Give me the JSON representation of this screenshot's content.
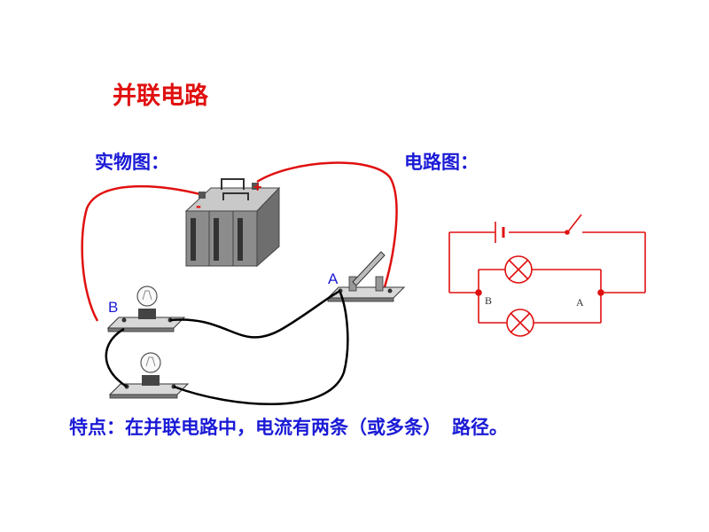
{
  "title": "并联电路",
  "physical_label": "实物图：",
  "schematic_label": "电路图：",
  "feature_prefix": "特点：在并联电路中，电流有两条（或多条）",
  "feature_suffix": "路径。",
  "physical": {
    "battery_plus": "+",
    "battery_minus": "-",
    "node_a": "A",
    "node_b": "B"
  },
  "schematic": {
    "node_a": "A",
    "node_b": "B"
  },
  "colors": {
    "title": "#e01010",
    "text": "#1a1ad6",
    "wire_red": "#e01010",
    "wire_black": "#000000",
    "schematic_line": "#e01010"
  }
}
